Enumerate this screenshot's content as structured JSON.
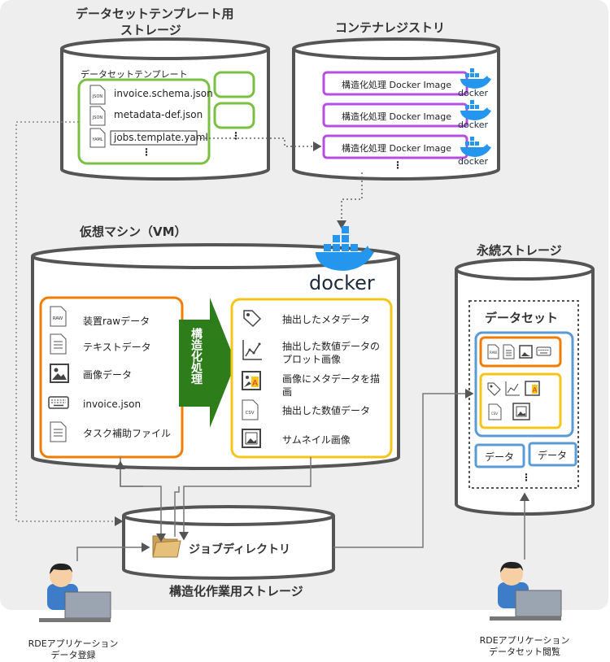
{
  "template_storage": {
    "title_line1": "データセットテンプレート用",
    "title_line2": "ストレージ",
    "inner_label": "データセットテンプレート",
    "files": [
      "invoice.schema.json",
      "metadata-def.json",
      "jobs.template.yaml"
    ],
    "file_icons": [
      "JSON",
      "JSON",
      "YAML"
    ],
    "ellipsis": "⋮"
  },
  "container_registry": {
    "title": "コンテナレジストリ",
    "images": [
      "構造化処理 Docker Image",
      "構造化処理 Docker Image",
      "構造化処理 Docker Image"
    ],
    "docker_word": "docker",
    "ellipsis": "⋮"
  },
  "vm": {
    "title": "仮想マシン（VM）",
    "docker_word": "docker",
    "inputs": [
      "装置rawデータ",
      "テキストデータ",
      "画像データ",
      "invoice.json",
      "タスク補助ファイル"
    ],
    "process_label": "構造化処理",
    "outputs": [
      "抽出したメタデータ",
      "抽出した数値データの",
      "プロット画像",
      "画像にメタデータを描",
      "画",
      "抽出した数値データ",
      "サムネイル画像"
    ],
    "raw_icon": "RAW",
    "csv_icon": "CSV"
  },
  "persistent_storage": {
    "title": "永続ストレージ",
    "dataset_label": "データセット",
    "data_labels": [
      "データ",
      "データ"
    ],
    "ellipsis": "⋮",
    "mini_raw": "RAW",
    "mini_csv": "CSV"
  },
  "work_storage": {
    "folder_label": "ジョブディレクトリ",
    "title": "構造化作業用ストレージ"
  },
  "users": {
    "left_line1": "RDEアプリケーション",
    "left_line2": "データ登録",
    "right_line1": "RDEアプリケーション",
    "right_line2": "データセット閲覧"
  },
  "colors": {
    "green": "#7ac143",
    "purple": "#b44fe0",
    "orange": "#f07d00",
    "yellow": "#f5c518",
    "blue": "#5b9bd5",
    "dark_green": "#2e7d1b",
    "docker_blue": "#2496ed",
    "background": "#eeeeee"
  }
}
